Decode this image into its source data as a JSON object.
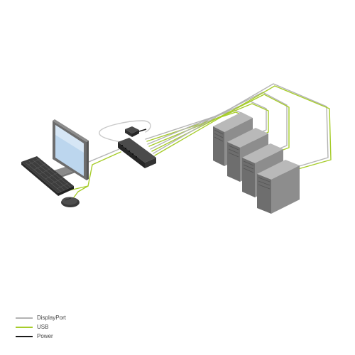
{
  "legend": {
    "items": [
      {
        "label": "DisplayPort",
        "color": "#b3b3b3"
      },
      {
        "label": "USB",
        "color": "#a6cc2a"
      },
      {
        "label": "Power",
        "color": "#1a1a1a"
      }
    ]
  },
  "colors": {
    "displayport": "#b3b3b3",
    "usb": "#a6cc2a",
    "power": "#1a1a1a",
    "kvm_body": "#3a3a3a",
    "pc_front": "#8d8d8d",
    "pc_side": "#6e6e6e",
    "pc_top": "#b9b9b9",
    "monitor_screen": "#bcd6ee",
    "monitor_frame": "#6d6d6d"
  },
  "icons": {
    "monitor": "monitor-icon",
    "keyboard": "keyboard-icon",
    "mouse": "mouse-icon",
    "kvm_switch": "kvm-switch-icon",
    "power_adapter": "power-adapter-icon",
    "computer": "computer-tower-icon"
  },
  "computer_count": 4
}
